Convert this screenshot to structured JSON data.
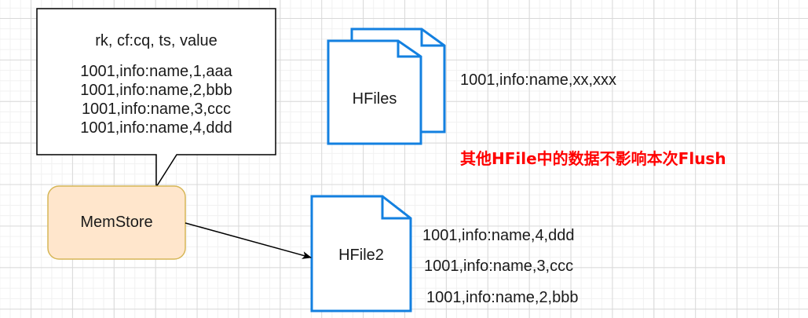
{
  "callout": {
    "header": "rk, cf:cq, ts, value",
    "rows": [
      "1001,info:name,1,aaa",
      "1001,info:name,2,bbb",
      "1001,info:name,3,ccc",
      "1001,info:name,4,ddd"
    ]
  },
  "memstore": {
    "label": "MemStore",
    "fill": "#ffe6cc",
    "stroke": "#d6b656"
  },
  "hfiles": {
    "label": "HFiles",
    "record": "1001,info:name,xx,xxx",
    "stroke": "#1380e0"
  },
  "note": {
    "text": "其他HFile中的数据不影响本次Flush",
    "color": "#ff0000"
  },
  "hfile2": {
    "label": "HFile2",
    "rows": [
      "1001,info:name,4,ddd",
      "1001,info:name,3,ccc",
      "1001,info:name,2,bbb"
    ]
  },
  "edges": [
    {
      "from": "MemStore",
      "to": "HFile2",
      "label": ""
    }
  ]
}
